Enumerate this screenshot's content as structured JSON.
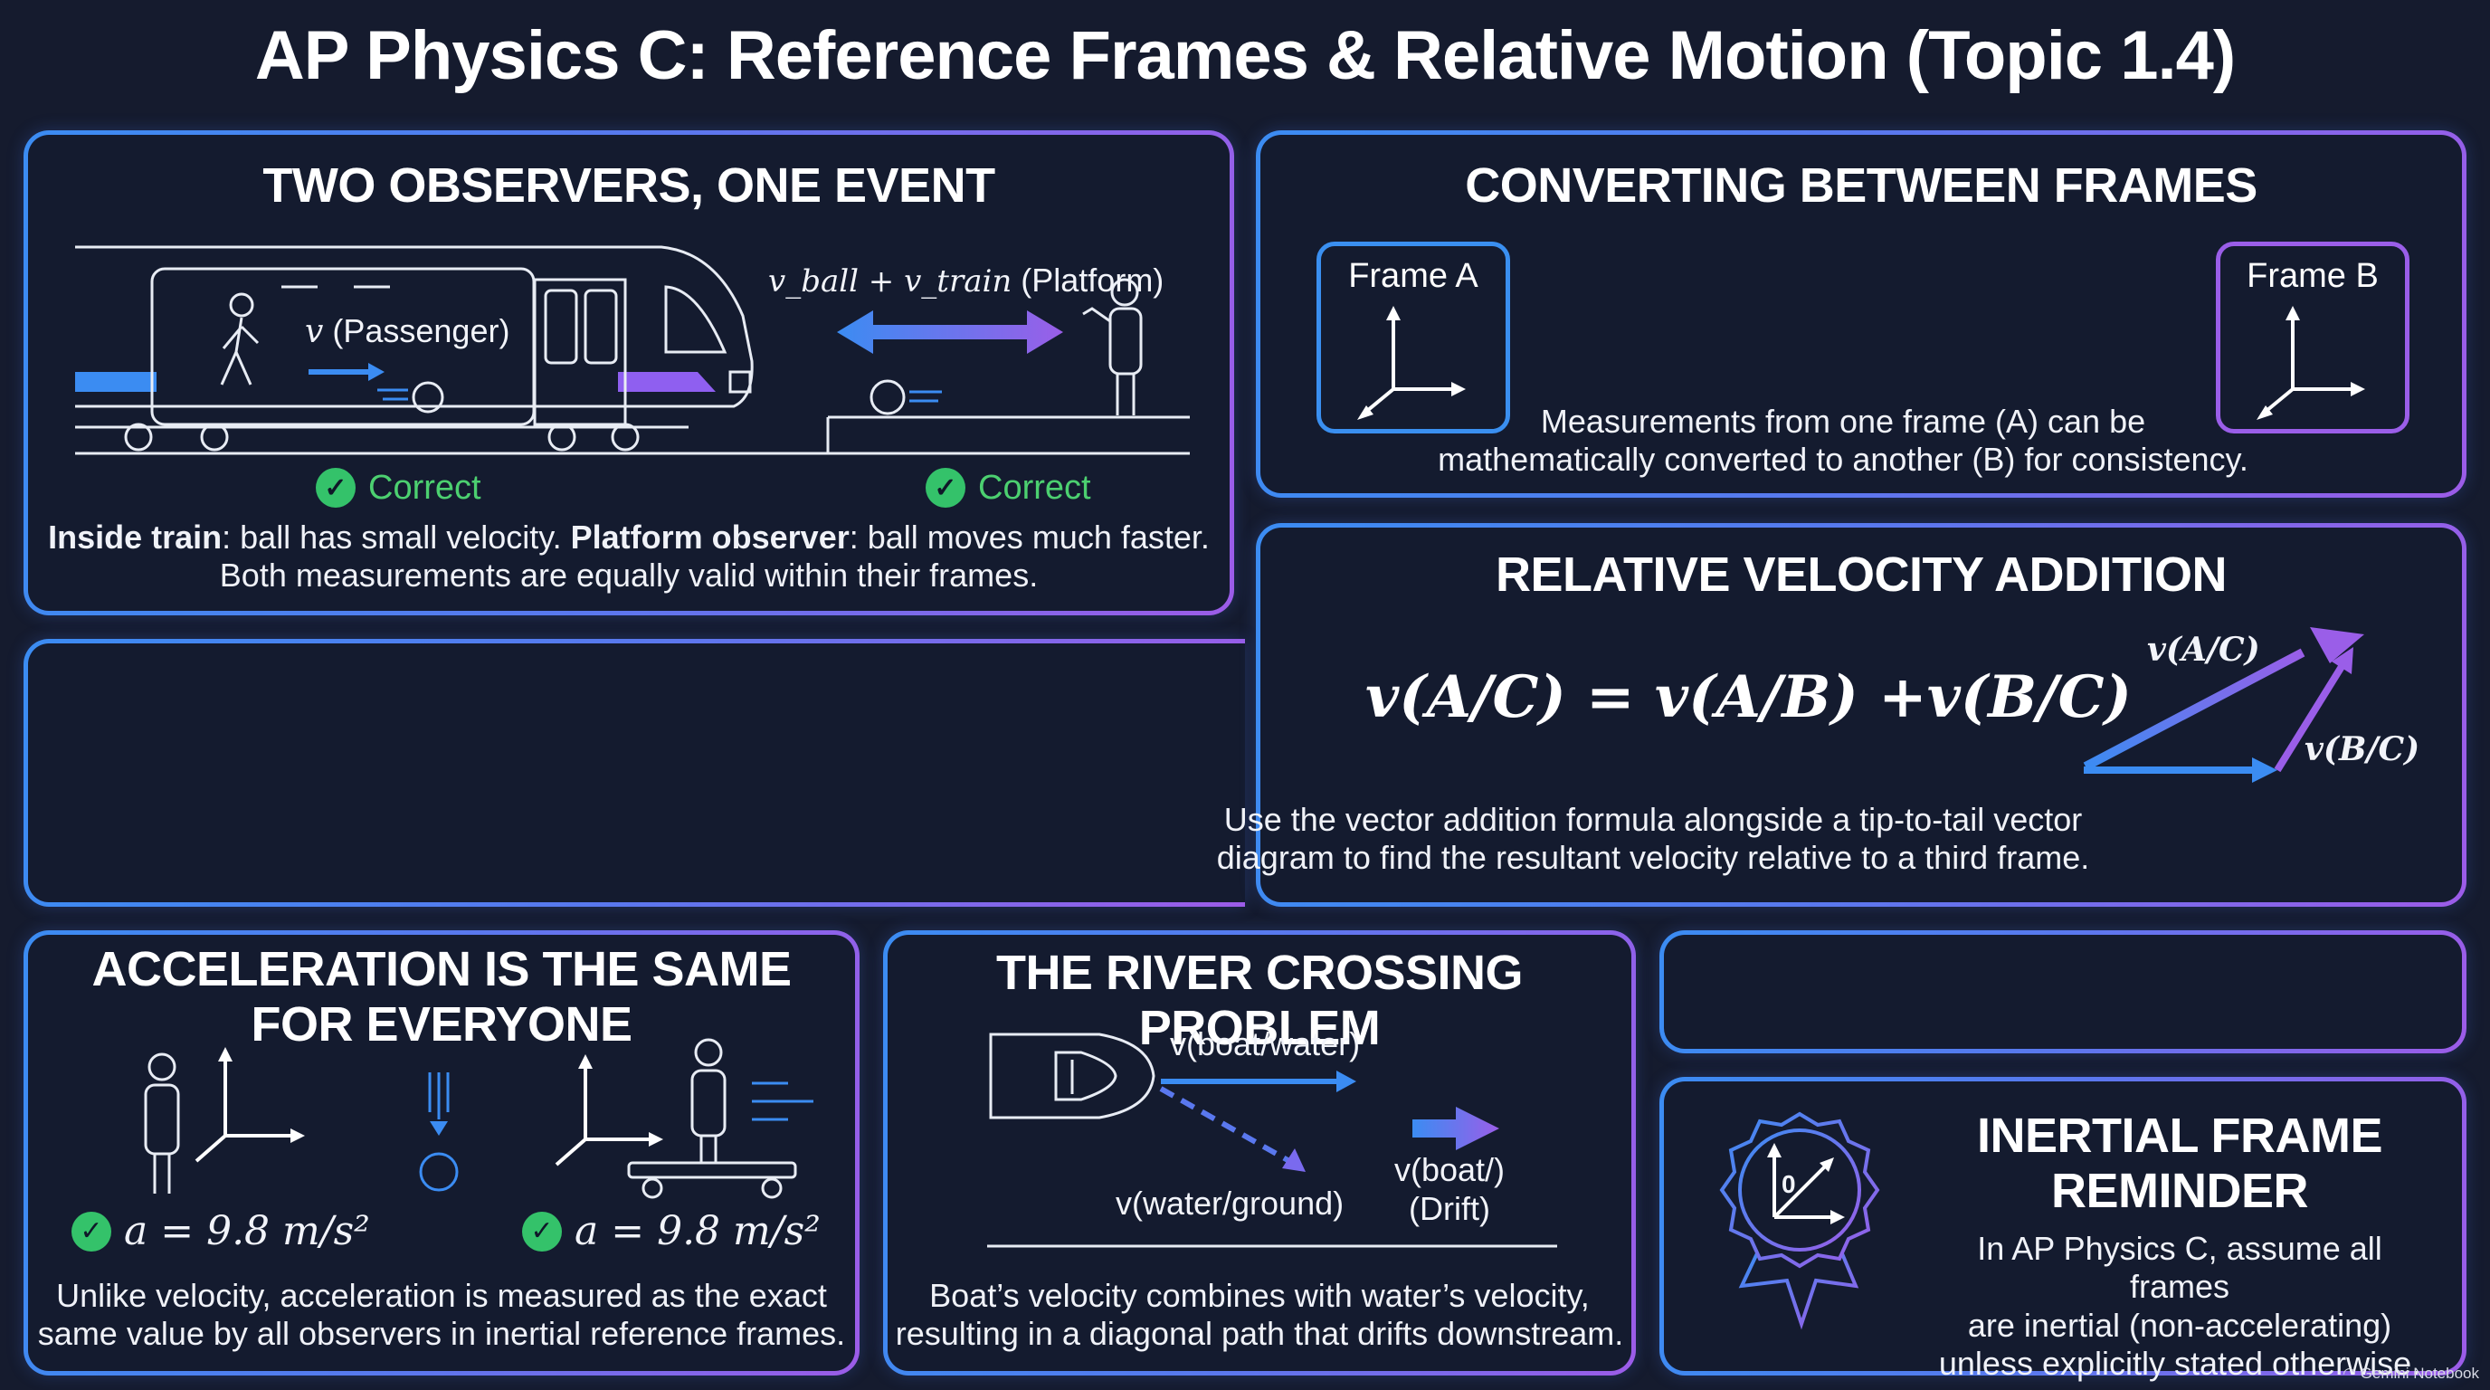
{
  "title": "AP Physics C: Reference Frames & Relative Motion (Topic 1.4)",
  "panel_observers": {
    "heading": "TWO OBSERVERS, ONE EVENT",
    "passenger_label": "(Passenger)",
    "passenger_symbol": "v",
    "platform_label_math": "v_ball + v_train",
    "platform_label_text": "(Platform)",
    "correct_left": "Correct",
    "correct_right": "Correct",
    "text_bold_1": "Inside train",
    "text_1": ": ball has small velocity. ",
    "text_bold_2": "Platform observer",
    "text_2": ": ball moves much faster.",
    "text_line2": "Both measurements are equally valid within their frames."
  },
  "panel_converting": {
    "heading": "CONVERTING BETWEEN FRAMES",
    "frame_a": "Frame A",
    "frame_b": "Frame B",
    "text_line1": "Measurements from one frame (A) can be",
    "text_line2": "mathematically converted to another (B) for consistency."
  },
  "panel_relative": {
    "heading": "RELATIVE VELOCITY ADDITION",
    "formula": "v(A/C) = v(A/B) +v(B/C)",
    "vec_resultant": "v(A/C)",
    "vec_second": "v(B/C)",
    "text_line1": "Use the vector addition formula alongside a tip-to-tail vector",
    "text_line2": "diagram to find the resultant velocity relative to a third frame."
  },
  "panel_accel": {
    "heading_line1": "ACCELERATION IS THE SAME",
    "heading_line2": "FOR EVERYONE",
    "eq_left": "a = 9.8 m/s²",
    "eq_right": "a = 9.8 m/s²",
    "text_line1": "Unlike velocity, acceleration is measured as the exact",
    "text_line2": "same value by all observers in inertial reference frames."
  },
  "panel_river": {
    "heading": "THE RIVER CROSSING PROBLEM",
    "boat_water": "v(boat/water)",
    "water_ground": "v(water/ground)",
    "drift_line1": "v(boat/)",
    "drift_line2": "(Drift)",
    "text_line1": "Boat’s velocity combines with water’s velocity,",
    "text_line2": "resulting in a diagonal path that drifts downstream."
  },
  "panel_inertial": {
    "heading_line1": "INERTIAL FRAME",
    "heading_line2": "REMINDER",
    "badge_origin": "0",
    "text_line1": "In AP Physics C, assume all frames",
    "text_line2": "are inertial (non-accelerating)",
    "text_line3": "unless explicitly stated otherwise."
  },
  "watermark": "Gemini Notebook",
  "colors": {
    "background": "#151b2e",
    "accent_blue": "#3a8ff0",
    "accent_purple": "#9a5ee8",
    "check_green": "#34c26a"
  }
}
